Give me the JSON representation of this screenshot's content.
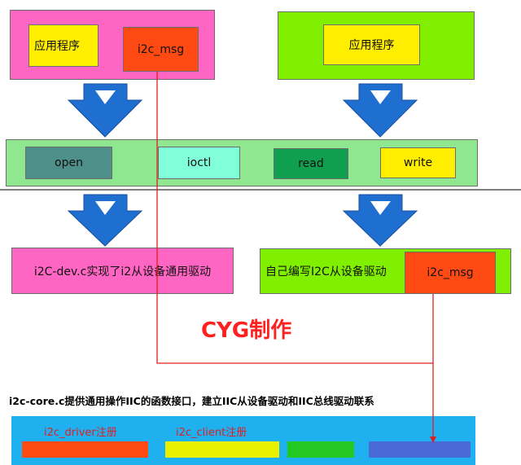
{
  "colors": {
    "pink": "#ff66c4",
    "yellow": "#ffee00",
    "orange_red": "#ff4a14",
    "lime": "#80f000",
    "light_green": "#8fe88f",
    "teal_gray": "#4f8f8a",
    "mint": "#80ffd8",
    "dark_green": "#0f9f4f",
    "arrow_blue": "#1f6fd0",
    "red_line": "#e02020",
    "cyan": "#1fb0f0",
    "blue": "#4a6ad8",
    "green": "#23c823",
    "title_red": "#ff2020"
  },
  "top_left": {
    "app_label": "应用程序",
    "msg_label": "i2c_msg"
  },
  "top_right": {
    "app_label": "应用程序"
  },
  "ops": {
    "open": "open",
    "ioctl": "ioctl",
    "read": "read",
    "write": "write"
  },
  "middle_left": {
    "label": "i2C-dev.c实现了i2从设备通用驱动"
  },
  "middle_right": {
    "label": "自己编写I2C从设备驱动",
    "msg_label": "i2c_msg"
  },
  "watermark": "CYG制作",
  "core_caption": "i2c-core.c提供通用操作IIC的函数接口，建立IIC从设备驱动和IIC总线驱动联系",
  "bottom": {
    "driver_label": "i2c_driver注册",
    "client_label": "i2c_client注册"
  }
}
